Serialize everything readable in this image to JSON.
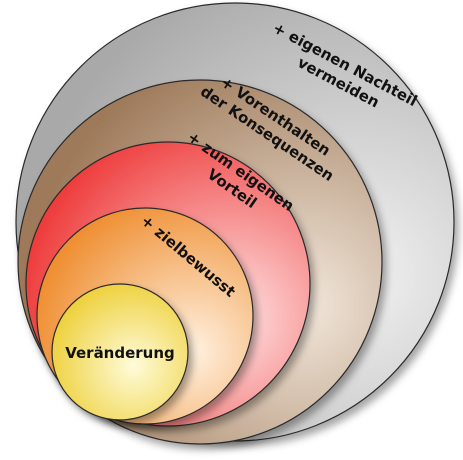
{
  "circles": [
    {
      "id": "outer",
      "label_lines": [
        "+ eigenen Nachteil",
        "vermeiden"
      ],
      "colors": {
        "edge": "#a9a9a9",
        "light": "#f2f2f2"
      }
    },
    {
      "id": "brown",
      "label_lines": [
        "+ Vorenthalten",
        "der Konsequenzen"
      ],
      "colors": {
        "edge": "#9e7a5a",
        "light": "#f3e8dc"
      }
    },
    {
      "id": "red",
      "label_lines": [
        "+ zum eigenen",
        "Vorteil"
      ],
      "colors": {
        "edge": "#ee3a3a",
        "light": "#ffe4e4"
      }
    },
    {
      "id": "orange",
      "label_lines": [
        "+ zielbewusst"
      ],
      "colors": {
        "edge": "#ef8f33",
        "light": "#fff1e0"
      }
    },
    {
      "id": "core",
      "label_lines": [
        "Veränderung"
      ],
      "colors": {
        "edge": "#eccc2c",
        "light": "#fffbd9"
      }
    }
  ]
}
